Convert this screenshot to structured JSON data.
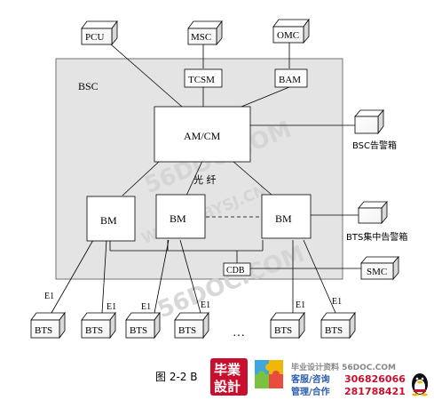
{
  "labels": {
    "bsc": "BSC",
    "pcu": "PCU",
    "msc": "MSC",
    "omc": "OMC",
    "tcsm": "TCSM",
    "bam": "BAM",
    "amcm": "AM/CM",
    "fiber": "光 纤",
    "bm": "BM",
    "cdb": "CDB",
    "smc": "SMC",
    "bsc_alarm": "BSC告警箱",
    "bts_alarm": "BTS集中告警箱",
    "bts": "BTS",
    "e1": "E1",
    "ellipsis": "…",
    "caption": "图 2-2 B"
  },
  "watermark": {
    "text_1": "56DOC.COM",
    "text_2": "WWW.ZBYSJ.CN",
    "text_3": "56DOC.COM",
    "color": "#d6d6d6"
  },
  "banner": {
    "logo_top": "毕業",
    "logo_bottom": "設計",
    "site": "毕业设计资料 56DOC.COM",
    "service_label": "客服/咨询",
    "service_number": "306826066",
    "manage_label": "管理/合作",
    "manage_number": "281788421",
    "logo_color": "#c8102e",
    "number_color": "#c8102e",
    "label_color": "#2a5db0"
  },
  "colors": {
    "panel": "#e4e4e4",
    "box": "#ffffff",
    "line": "#000000"
  }
}
